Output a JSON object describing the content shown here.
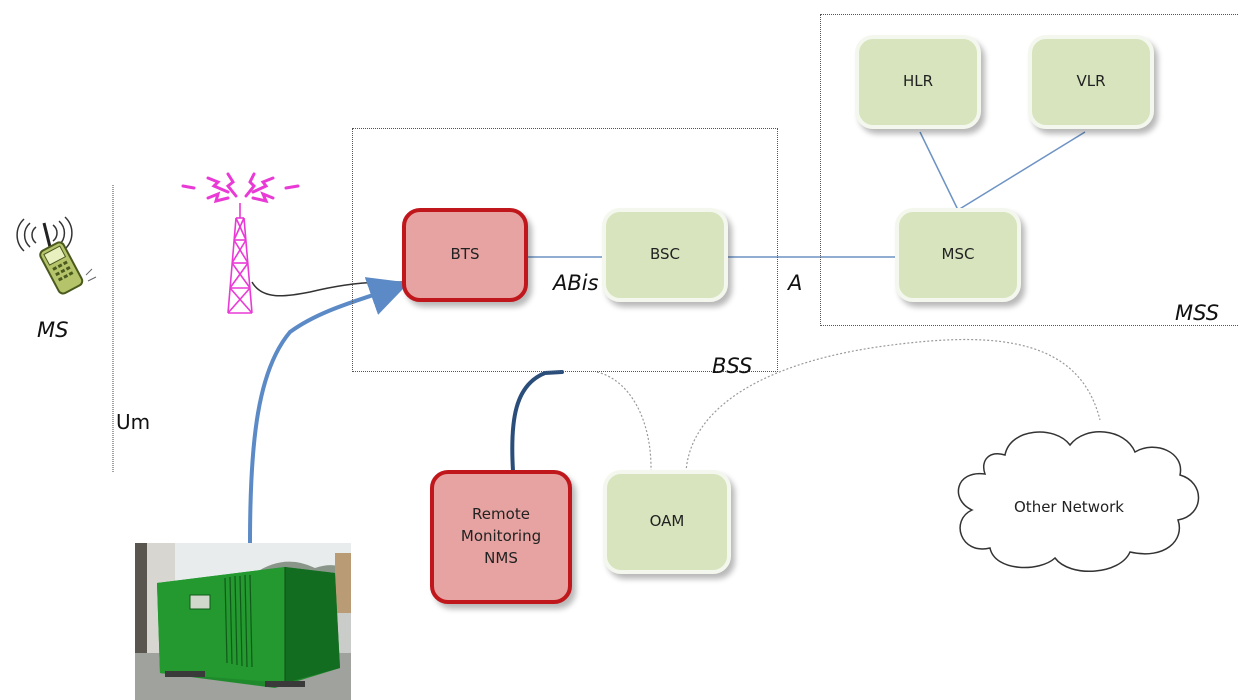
{
  "regions": {
    "bss_label": "BSS",
    "mss_label": "MSS"
  },
  "nodes": {
    "bts": "BTS",
    "bsc": "BSC",
    "msc": "MSC",
    "hlr": "HLR",
    "vlr": "VLR",
    "oam": "OAM",
    "nms": "Remote\nMonitoring\nNMS"
  },
  "interfaces": {
    "abis": "ABis",
    "a": "A",
    "um": "Um"
  },
  "ms_label": "MS",
  "cloud_label": "Other Network",
  "colors": {
    "node_green": "#d7e4bd",
    "node_red": "#e6a3a1",
    "node_red_border": "#c0171c",
    "link_blue": "#6d93c4",
    "arrow_blue": "#5b8ac6",
    "nms_link": "#2a4d7a",
    "antenna_magenta": "#e93ad6"
  },
  "icons": [
    "mobile-phone-icon",
    "radio-tower-icon",
    "generator-photo",
    "cloud-icon"
  ]
}
